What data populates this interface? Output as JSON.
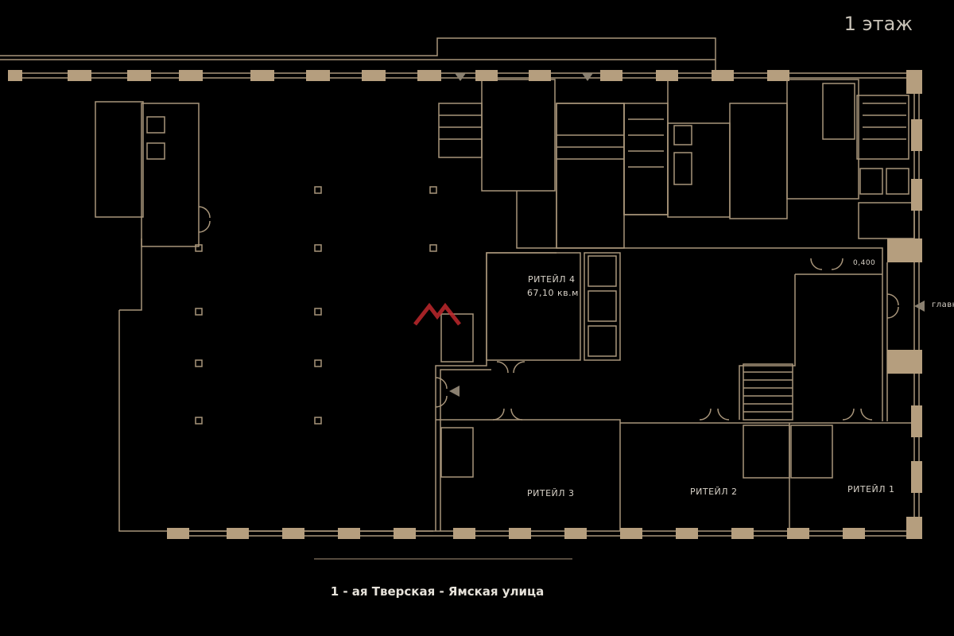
{
  "floor_label": "1 этаж",
  "street_label": "1 - ая Тверская - Ямская улица",
  "rooms": [
    {
      "name": "РИТЕЙЛ 4",
      "area": "67,10 кв.м"
    },
    {
      "name": "РИТЕЙЛ 3"
    },
    {
      "name": "РИТЕЙЛ 2"
    },
    {
      "name": "РИТЕЙЛ 1"
    }
  ],
  "entrance_label": "главны",
  "level_mark": "0,400",
  "colors": {
    "background": "#000000",
    "wall": "#b59e7e",
    "line": "#a8957a",
    "watermark": "#c0282d"
  }
}
